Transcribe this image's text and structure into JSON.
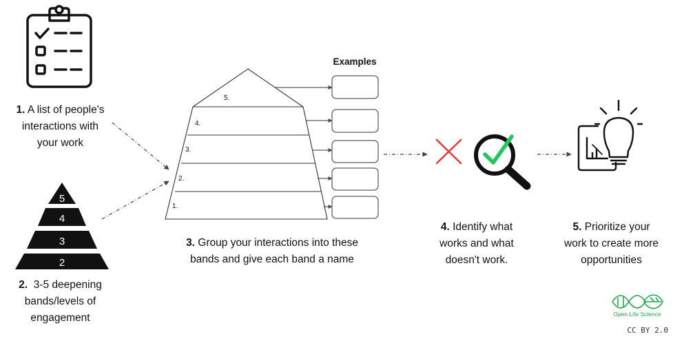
{
  "steps": {
    "s1": {
      "num": "1.",
      "text_a": " A list of people's",
      "text_b": "interactions with",
      "text_c": "your work"
    },
    "s2": {
      "num": "2.",
      "text_a": "  3-5 deepening",
      "text_b": "bands/levels of",
      "text_c": "engagement"
    },
    "s3": {
      "num": "3.",
      "text_a": " Group your interactions into these",
      "text_b": "bands and give each band a name"
    },
    "s4": {
      "num": "4.",
      "text_a": " Identify what",
      "text_b": "works and what",
      "text_c": "doesn't work."
    },
    "s5": {
      "num": "5.",
      "text_a": " Prioritize your",
      "text_b": "work to create more",
      "text_c": "opportunities"
    }
  },
  "small_pyramid": {
    "levels": [
      "5",
      "4",
      "3",
      "2"
    ]
  },
  "band_pyramid": {
    "levels": [
      "5.",
      "4.",
      "3.",
      "2.",
      "1."
    ]
  },
  "examples_title": "Examples",
  "logo": {
    "text": "Open Life Science"
  },
  "license": "CC BY 2.0",
  "colors": {
    "check": "#22c55e",
    "cross": "#e53935",
    "logo": "#22a84a",
    "ink": "#111111"
  }
}
